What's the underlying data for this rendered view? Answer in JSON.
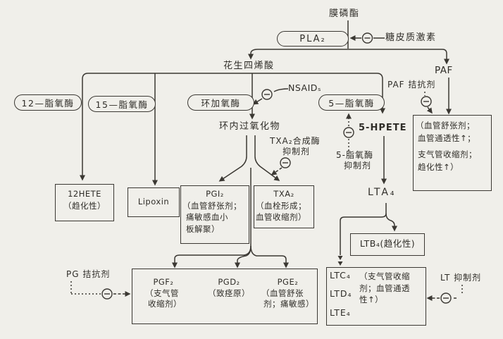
{
  "colors": {
    "background": "#f0efea",
    "ink": "#3b3833",
    "text": "#2f2d28"
  },
  "labels": {
    "membrane_phospholipid": "膜磷酯",
    "pla2": "PLA₂",
    "glucocorticoid": "糖皮质激素",
    "arachidonic_acid": "花生四烯酸",
    "paf": "PAF",
    "paf_antagonist": "PAF 拮抗剂",
    "nsaids": "NSAIDₛ",
    "lipoxygenase_12": "12—脂氧酶",
    "lipoxygenase_15": "15—脂氧酶",
    "cyclooxygenase": "环加氧酶",
    "lipoxygenase_5": "5—脂氧酶",
    "endoperoxide": "环内过氧化物",
    "hpete_5": "5-HPETE",
    "lta4": "LTA₄",
    "pg_antagonist": "PG 拮抗剂",
    "lt_inhibitor": "LT 抑制剂",
    "inhibition_sign": "⊖"
  },
  "inhibitor_labels": {
    "txa2_synthase": {
      "line1": "TXA₂合成酶",
      "line2": "抑制剂"
    },
    "lox5": {
      "line1": "5-脂氧酶",
      "line2": "抑制剂"
    }
  },
  "boxes": {
    "hete12": {
      "lines": [
        "12HETE",
        "（趋化性）"
      ]
    },
    "lipoxin": {
      "lines": [
        "Lipoxin"
      ]
    },
    "pgi2": {
      "lines": [
        "PGI₂",
        "（血管舒张剂；",
        "痛敏感血小",
        "板解聚）"
      ]
    },
    "txa2": {
      "lines": [
        "TXA₂",
        "（血栓形成；",
        "血管收缩剂）"
      ]
    },
    "paf_effects": {
      "lines": [
        "（血管舒张剂；",
        "血管通透性↑；",
        "支气管收缩剂；",
        "趋化性↑）"
      ]
    },
    "ltb4": {
      "lines": [
        "LTB₄(趋化性)"
      ]
    },
    "cyslt": {
      "members": [
        "LTC₄",
        "LTD₄",
        "LTE₄"
      ],
      "effect_lines": [
        "（支气管收缩",
        "剂；血管通透",
        "性↑）"
      ]
    },
    "pg_effects": {
      "pgf2": {
        "lines": [
          "PGF₂",
          "（支气管",
          "收缩剂）"
        ]
      },
      "pgd2": {
        "lines": [
          "PGD₂",
          "（致痉原）"
        ]
      },
      "pge2": {
        "lines": [
          "PGE₂",
          "（血管舒张",
          "剂；痛敏感）"
        ]
      }
    }
  }
}
